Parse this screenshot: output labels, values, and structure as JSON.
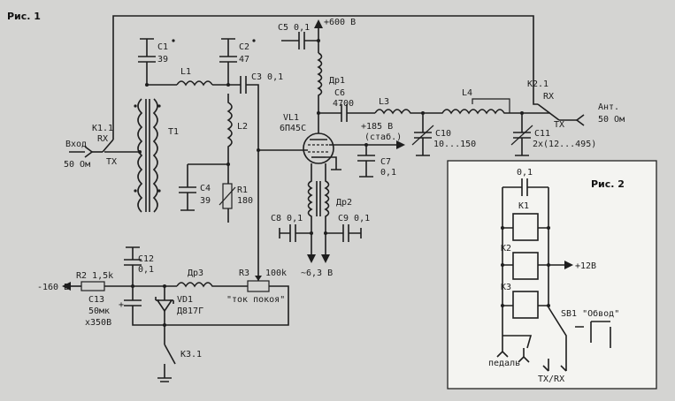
{
  "fig1_title": "Рис. 1",
  "fig2_title": "Рис. 2",
  "fig1": {
    "c1": [
      "C1",
      "39"
    ],
    "c2": [
      "C2",
      "47"
    ],
    "c3": "C3 0,1",
    "c4": [
      "C4",
      "39"
    ],
    "c5": "C5 0,1",
    "c6": [
      "C6",
      "4700"
    ],
    "c7": [
      "C7",
      "0,1"
    ],
    "c8": "C8 0,1",
    "c9": "C9 0,1",
    "c10": [
      "C10",
      "10...150"
    ],
    "c11": [
      "C11",
      "2x(12...495)"
    ],
    "c12": [
      "C12",
      "0,1"
    ],
    "c13": [
      "C13",
      "50мк",
      "x350В"
    ],
    "l1": "L1",
    "l2": "L2",
    "l3": "L3",
    "l4": "L4",
    "t1": "T1",
    "r1": [
      "R1",
      "180"
    ],
    "r2": "R2 1,5k",
    "r3": "R3",
    "r3v": "100k",
    "dr1": "Др1",
    "dr2": "Др2",
    "dr3": "Др3",
    "vl1": [
      "VL1",
      "6П45С"
    ],
    "vd1": [
      "VD1",
      "Д817Г"
    ],
    "k11": "K1.1",
    "k21": "K2.1",
    "k31": "K3.1",
    "rx": "RX",
    "tx": "TX",
    "input": [
      "Вход",
      "50 Ом"
    ],
    "ant": [
      "Ант.",
      "50 Ом"
    ],
    "v600": "+600 В",
    "v185": [
      "+185 В",
      "(стаб.)"
    ],
    "v160": "-160 В",
    "v63": "~6,3 В",
    "bias": "\"ток покоя\""
  },
  "fig2": {
    "cap": "0,1",
    "k1": "K1",
    "k2": "K2",
    "k3": "K3",
    "v12": "+12В",
    "sb1": "SB1 \"Обвод\"",
    "pedal": "педаль",
    "txrx": "TX/RX"
  }
}
